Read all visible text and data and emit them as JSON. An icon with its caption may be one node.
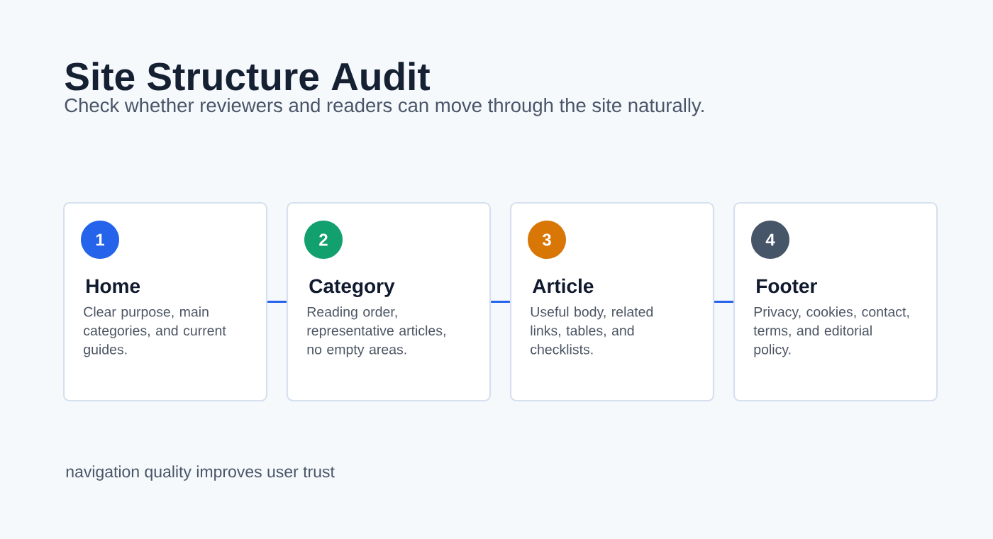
{
  "diagram": {
    "title": "Site Structure Audit",
    "nodes": [
      {
        "text": [
          "Home",
          "Clear purpose, main categories, and current guides."
        ]
      },
      {
        "text": [
          "1"
        ],
        "in": 0
      },
      {
        "text": [
          "Category",
          "Reading order, representative articles, no empty areas."
        ]
      },
      {
        "text": [
          "2"
        ],
        "in": 2
      },
      {
        "text": [
          "Article",
          "Useful body, related links, tables, and checklists."
        ]
      },
      {
        "text": [
          "3"
        ],
        "in": 4
      },
      {
        "text": [
          "Footer",
          "Privacy, cookies, contact, terms, and editorial policy."
        ]
      },
      {
        "text": [
          "4"
        ],
        "in": 6
      }
    ],
    "edges": [
      {
        "from": 0,
        "to": 2,
        "arrow": "none"
      },
      {
        "from": 2,
        "to": 4,
        "arrow": "none"
      },
      {
        "from": 4,
        "to": 6,
        "arrow": "none"
      }
    ],
    "labels": [
      "Check whether reviewers and readers can move through the site naturally.",
      "navigation quality improves user trust"
    ]
  }
}
